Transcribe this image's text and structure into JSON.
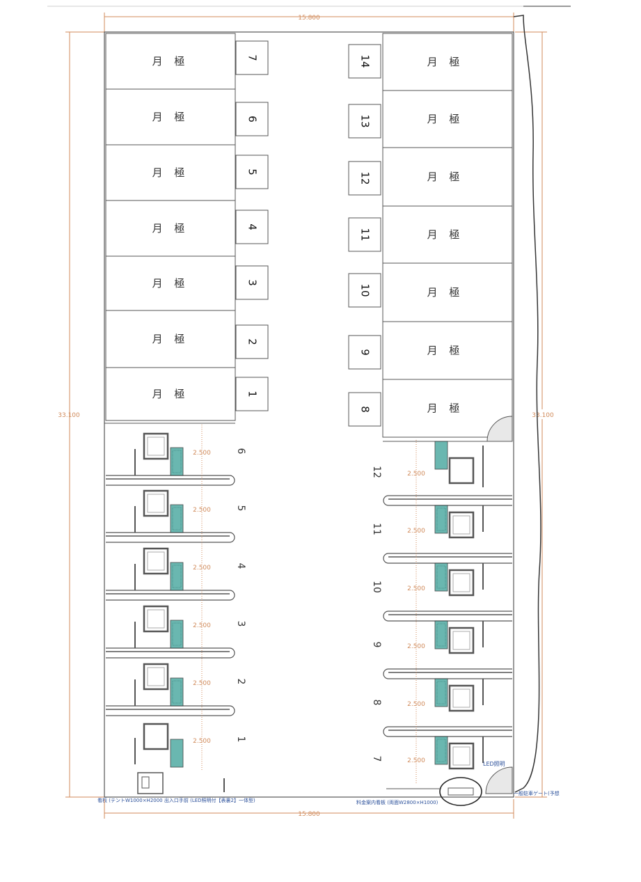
{
  "plan": {
    "width_dim_top": "15.800",
    "width_dim_bottom": "15.800",
    "height_dim_left": "33.100",
    "height_dim_right": "33.100"
  },
  "left_monthly_units": [
    {
      "no": "7",
      "label": "月 極"
    },
    {
      "no": "6",
      "label": "月 極"
    },
    {
      "no": "5",
      "label": "月 極"
    },
    {
      "no": "4",
      "label": "月 極"
    },
    {
      "no": "3",
      "label": "月 極"
    },
    {
      "no": "2",
      "label": "月 極"
    },
    {
      "no": "1",
      "label": "月 極"
    }
  ],
  "right_monthly_units": [
    {
      "no": "14",
      "label": "月 極"
    },
    {
      "no": "13",
      "label": "月 極"
    },
    {
      "no": "12",
      "label": "月 極"
    },
    {
      "no": "11",
      "label": "月 極"
    },
    {
      "no": "10",
      "label": "月 極"
    },
    {
      "no": "9",
      "label": "月 極"
    },
    {
      "no": "8",
      "label": "月 極"
    }
  ],
  "left_bays": [
    {
      "no": "6",
      "dim": "2.500"
    },
    {
      "no": "5",
      "dim": "2.500"
    },
    {
      "no": "4",
      "dim": "2.500"
    },
    {
      "no": "3",
      "dim": "2.500"
    },
    {
      "no": "2",
      "dim": "2.500"
    },
    {
      "no": "1",
      "dim": "2.500"
    }
  ],
  "right_bays": [
    {
      "no": "12",
      "dim": "2.500"
    },
    {
      "no": "11",
      "dim": "2.500"
    },
    {
      "no": "10",
      "dim": "2.500"
    },
    {
      "no": "9",
      "dim": "2.500"
    },
    {
      "no": "8",
      "dim": "2.500"
    },
    {
      "no": "7",
      "dim": "2.500"
    }
  ],
  "notes": {
    "led_label": "LED照明",
    "bottom_left_note": "看板 (テントW1000×H2000 出入口手前 (LED照明付【表裏2】一体型)",
    "bottom_middle_note": "料金案内看板 (両面W2800×H1000)",
    "bottom_right_note": "一般駐車ゲート(予想"
  },
  "colors": {
    "line": "#555555",
    "dimension": "#d08a5a",
    "machine": "#5ab0a8",
    "note": "#2a4f9a"
  }
}
